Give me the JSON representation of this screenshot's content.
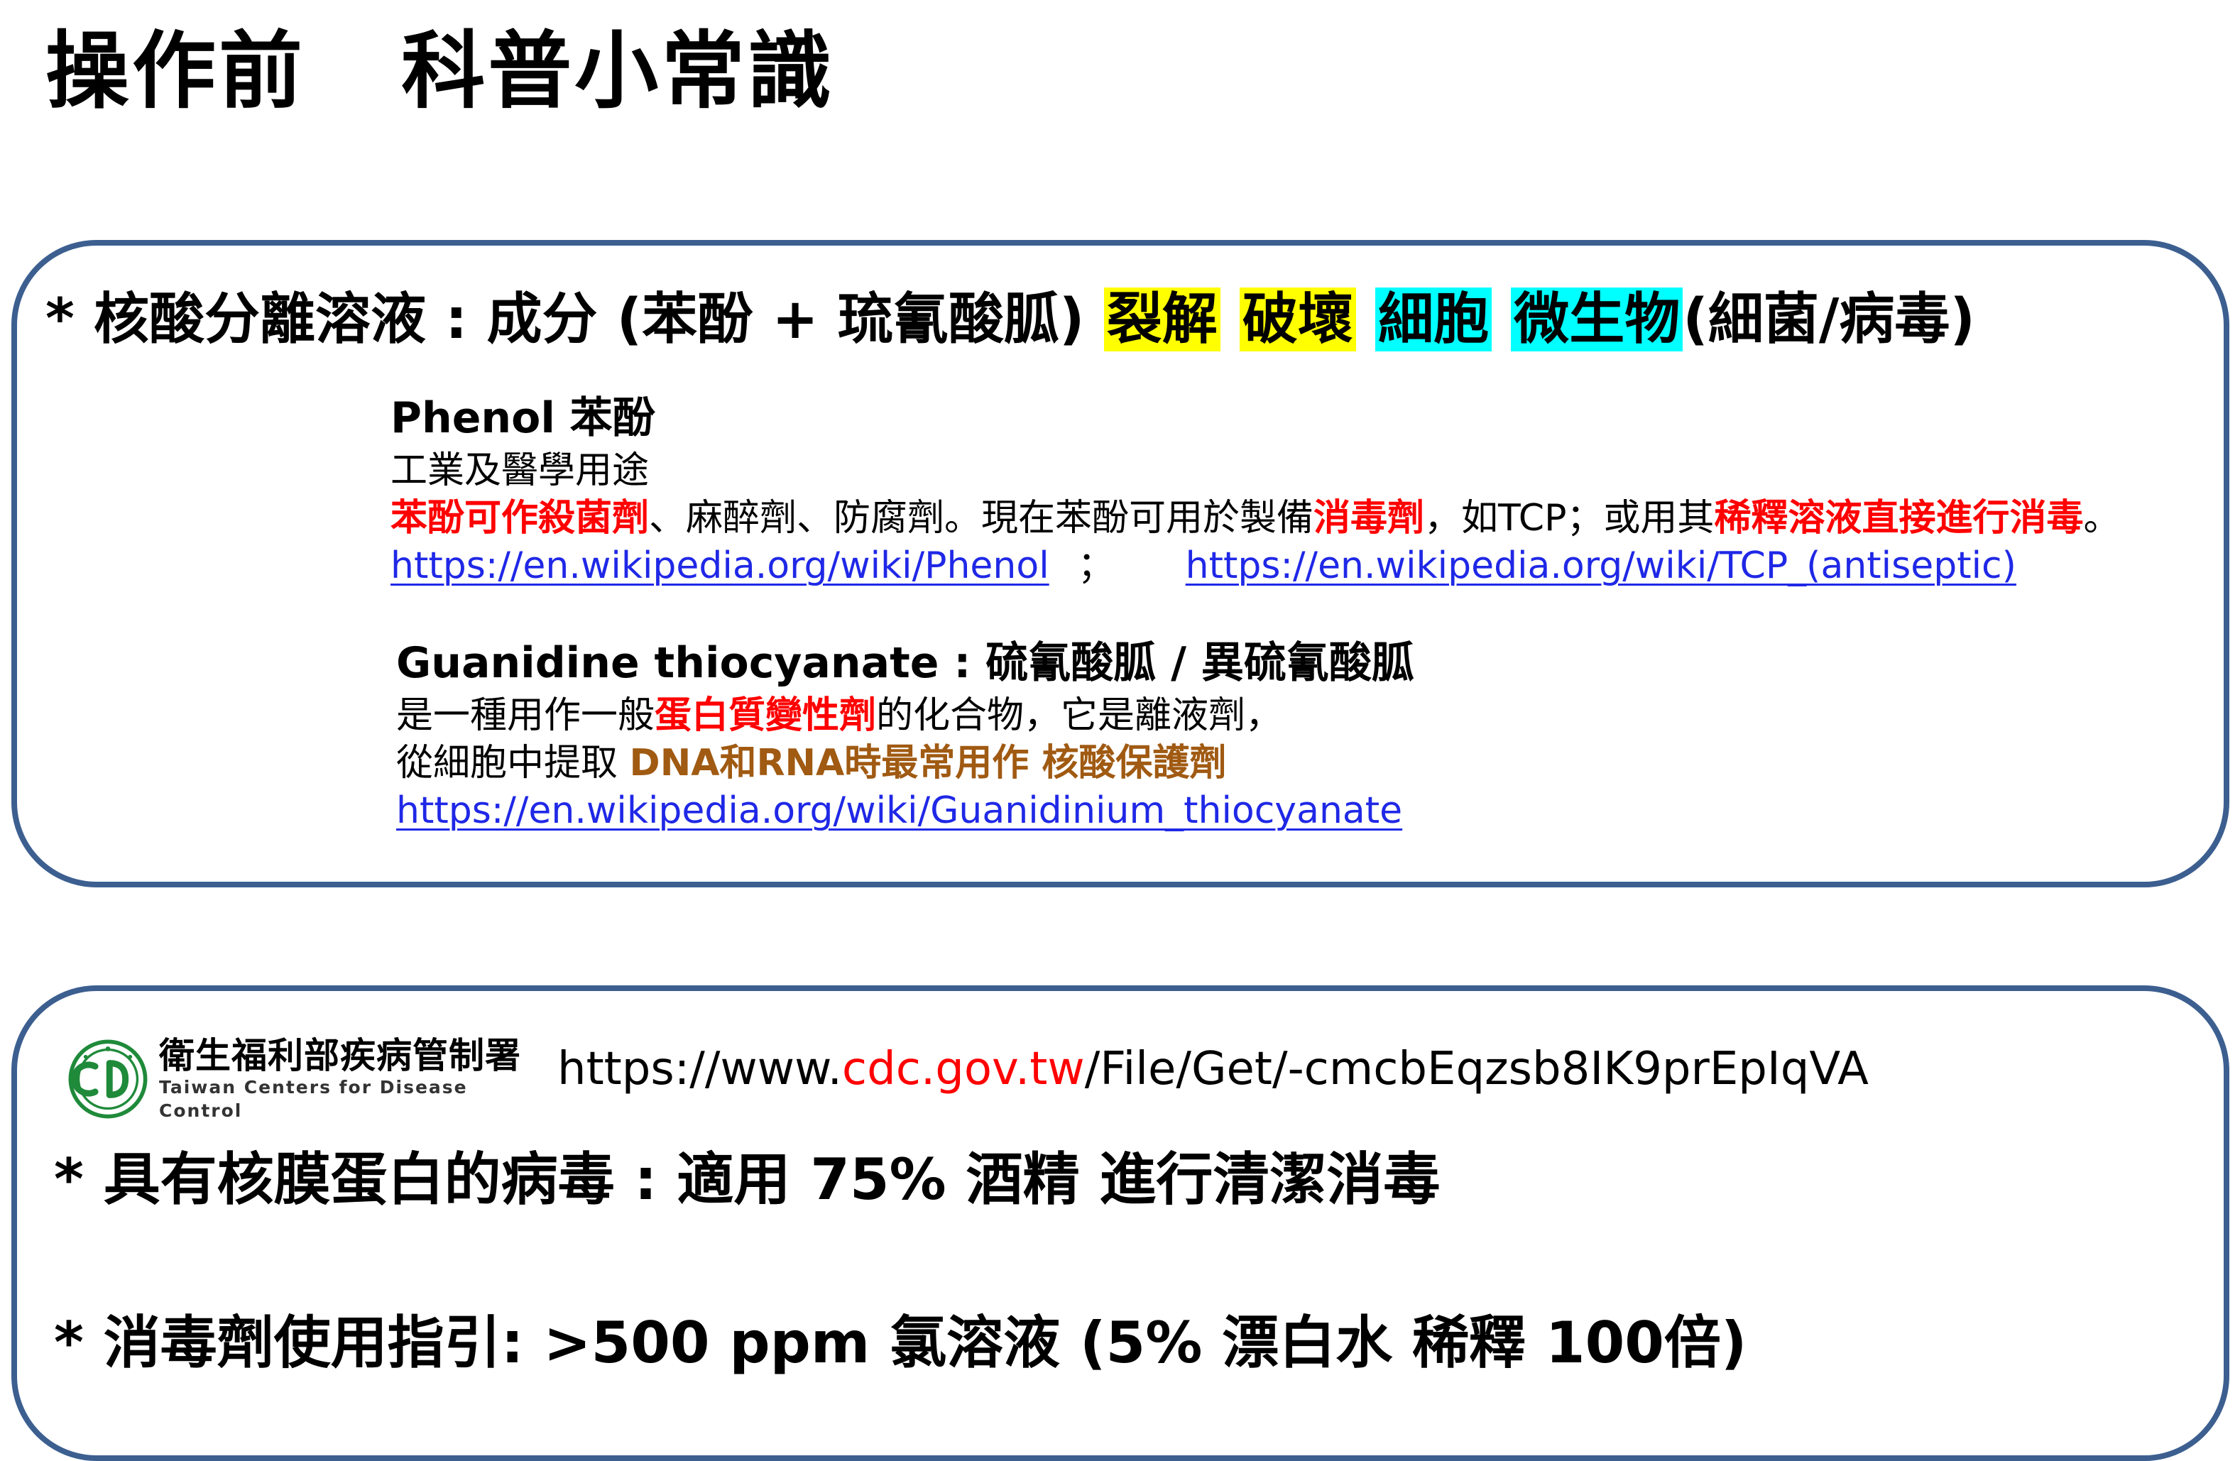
{
  "title": "操作前   科普小常識",
  "section1": {
    "headline_prefix": "* 核酸分離溶液 : 成分 (苯酚 + 琉氰酸胍) ",
    "hl1": "裂解",
    "hl2": "破壞",
    "hl3": "細胞",
    "hl4": "微生物",
    "headline_suffix": "(細菌/病毒)",
    "phenol": {
      "title": "Phenol 苯酚",
      "line1": "工業及醫學用途",
      "l2_red1": "苯酚可作殺菌劑",
      "l2_text1": "、麻醉劑、防腐劑。現在苯酚可用於製備",
      "l2_red2": "消毒劑",
      "l2_text2": "，如TCP；或用其",
      "l2_red3": "稀釋溶液直接進行消毒",
      "l2_text3": "。",
      "link1": "https://en.wikipedia.org/wiki/Phenol",
      "separator": "；",
      "link2": "https://en.wikipedia.org/wiki/TCP_(antiseptic)"
    },
    "guanidine": {
      "title": "Guanidine thiocyanate : 硫氰酸胍 / 異硫氰酸胍",
      "l1_text1": "是一種用作一般",
      "l1_red": "蛋白質變性劑",
      "l1_text2": "的化合物，它是離液劑，",
      "l2_text": "從細胞中提取 ",
      "l2_brown": "DNA和RNA時最常用作 核酸保護劑",
      "link": "https://en.wikipedia.org/wiki/Guanidinium_thiocyanate"
    }
  },
  "section2": {
    "logo": {
      "name_zh": "衛生福利部疾病管制署",
      "name_en": "Taiwan Centers for Disease Control"
    },
    "url_part1": "https://www.",
    "url_part2": "cdc.gov.tw",
    "url_part3": "/File/Get/-cmcbEqzsb8IK9prEpIqVA",
    "line1": "* 具有核膜蛋白的病毒 : 適用 75% 酒精 進行清潔消毒",
    "line2": "* 消毒劑使用指引: >500 ppm 氯溶液 (5% 漂白水 稀釋 100倍)"
  }
}
